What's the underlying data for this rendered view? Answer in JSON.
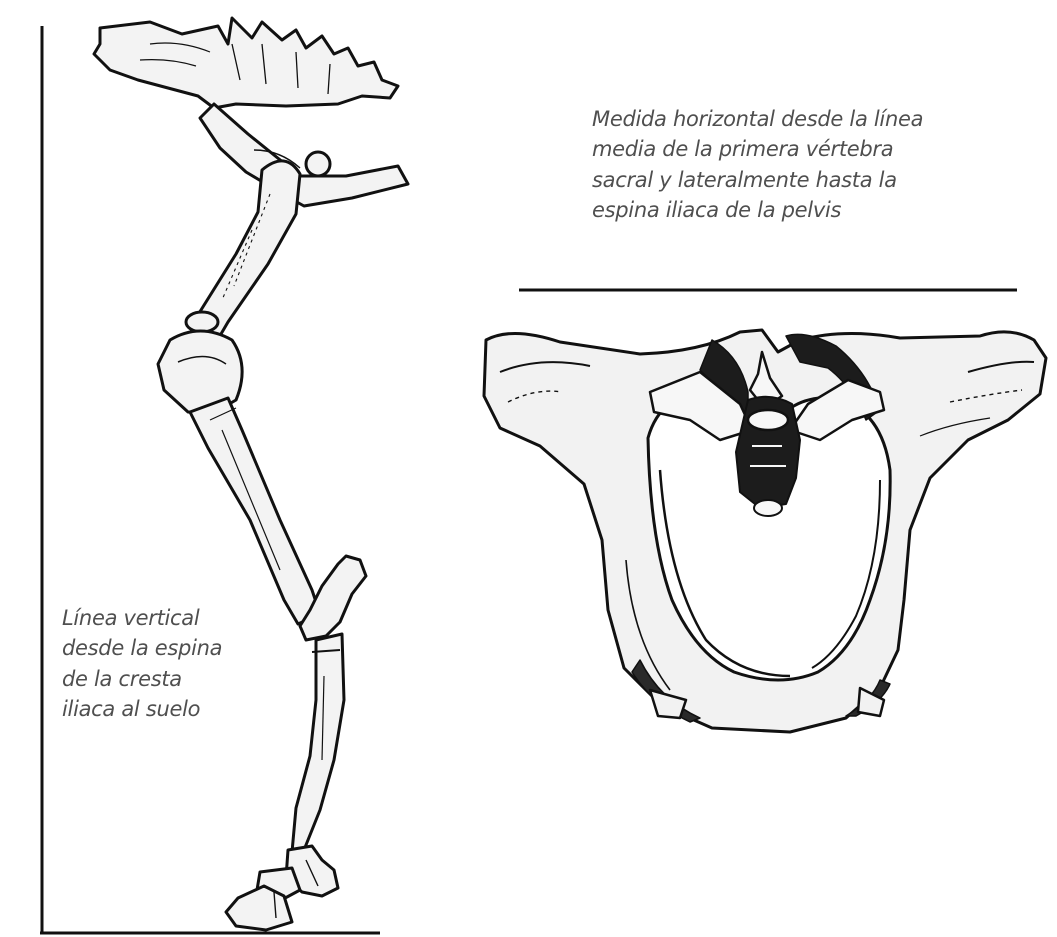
{
  "captions": {
    "horizontal": [
      "Medida horizontal desde la línea",
      "media de la primera vértebra",
      "sacral y lateralmente hasta la",
      "espina iliaca de la pelvis"
    ],
    "vertical": [
      "Línea vertical",
      "desde la espina",
      "de la cresta",
      "iliaca al suelo"
    ]
  },
  "colors": {
    "ink": "#111111",
    "bone_fill": "#f3f3f3",
    "shade": "#1c1c1c",
    "caption_text": "#4f4f4f"
  }
}
